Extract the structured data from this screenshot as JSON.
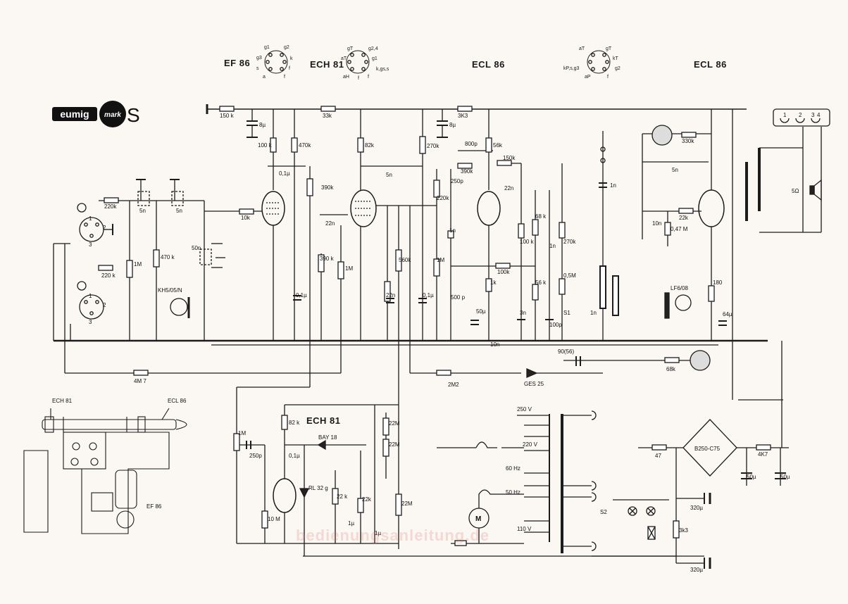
{
  "brand": {
    "name": "eumig",
    "badge": "mark",
    "model": "S"
  },
  "tubes": {
    "ef86": "EF 86",
    "ech81": "ECH 81",
    "ecl86_a": "ECL 86",
    "ecl86_b": "ECL 86",
    "ech81_lower": "ECH 81"
  },
  "pinouts": {
    "ef86": [
      "g1",
      "g2",
      "g3",
      "k",
      "s",
      "f",
      "a",
      "f"
    ],
    "ech81": [
      "gT",
      "g2,4",
      "aT",
      "k,gs,s",
      "g1",
      "f",
      "aH",
      "f"
    ],
    "ecl86": [
      "aT",
      "gT",
      "kT",
      "kP,s,g3",
      "g2",
      "aP",
      "f"
    ]
  },
  "labels": {
    "r150k": "150 k",
    "c8u_a": "8µ",
    "r33k": "33k",
    "r3k3": "3K3",
    "c8u_b": "8µ",
    "r100k_a": "100 k",
    "r470k_a": "470k",
    "r82k_a": "82k",
    "r270k_a": "270k",
    "c800p": "800p",
    "r56k_a": "56k",
    "c01u_a": "0,1µ",
    "c5n_a": "5n",
    "r390k_a": "390k",
    "r150k_b": "150k",
    "c250p_a": "250p",
    "c22n_a": "22n",
    "r220k_a": "220k",
    "c5n_b": "5n",
    "c5n_c": "5n",
    "r10k": "10k",
    "c22n_b": "22n",
    "r390k_b": "390k",
    "r470k_b": "470 k",
    "c50n": "50n",
    "r220k_b": "220 k",
    "r1M_a": "1M",
    "r390k_c": "390 k",
    "r1M_b": "1M",
    "r560k": "560k",
    "c22n_c": "22n",
    "c01u_b": "0,1µ",
    "c01u_c": "0,1µ",
    "r1M_c": "1M",
    "c1n_a": "1n",
    "c500p": "500 p",
    "r100k_b": "100k",
    "r68k": "68 k",
    "r100k_c": "100 k",
    "c1n_b": "1n",
    "r270k_b": "270k",
    "r56k_b": "56 k",
    "r05M": "0,5M",
    "r1k": "1k",
    "c50u_a": "50µ",
    "c3n": "3n",
    "c100p": "100p",
    "c10n_a": "10n",
    "s1": "S1",
    "c1n_c": "1n",
    "c1n_d": "1n",
    "r330k": "330k",
    "c5n_d": "5n",
    "c10n_b": "10n",
    "r22k_a": "22k",
    "r047M": "0,47 M",
    "lf608": "LF6/08",
    "r180": "180",
    "c64u": "64µ",
    "r68k_b": "68k",
    "c90": "90(56)",
    "r2M2": "2M2",
    "ges25": "GES 25",
    "r4M7": "4M 7",
    "kh5": "KH5/05/N",
    "speaker": "5Ω",
    "conn_1": "1",
    "conn_2": "2",
    "conn_3": "3",
    "conn_4": "4",
    "in1_1": "1",
    "in1_2": "2",
    "in1_3": "3",
    "in2_1": "1",
    "in2_2": "2",
    "in2_3": "3",
    "r1M_d": "1M",
    "c250p_b": "250p",
    "r82k_b": "82 k",
    "c01u_d": "0,1µ",
    "bay18": "BAY 18",
    "rl32g": "RL 32 g",
    "r10M": "10 M",
    "r22k_b": "22 k",
    "r22k_c": "22k",
    "c1u_a": "1µ",
    "c1u_b": "1µ",
    "r22M_a": "22M",
    "r22M_b": "22M",
    "r22M_c": "22M",
    "v250": "250 V",
    "v220": "220 V",
    "hz60": "60 Hz",
    "hz50": "50 Hz",
    "v110": "110 V",
    "motor": "M",
    "r47": "47",
    "bridge": "B250-C75",
    "r4k7": "4K7",
    "c50u_b": "50µ",
    "c50u_c": "50µ",
    "s2": "S2",
    "c320u_a": "320µ",
    "r3k3_b": "3k3",
    "c320u_b": "320µ",
    "layout_ech81": "ECH 81",
    "layout_ecl86": "ECL 86",
    "layout_ef86": "EF 86"
  },
  "watermark": "bedienungsanleitung.de"
}
